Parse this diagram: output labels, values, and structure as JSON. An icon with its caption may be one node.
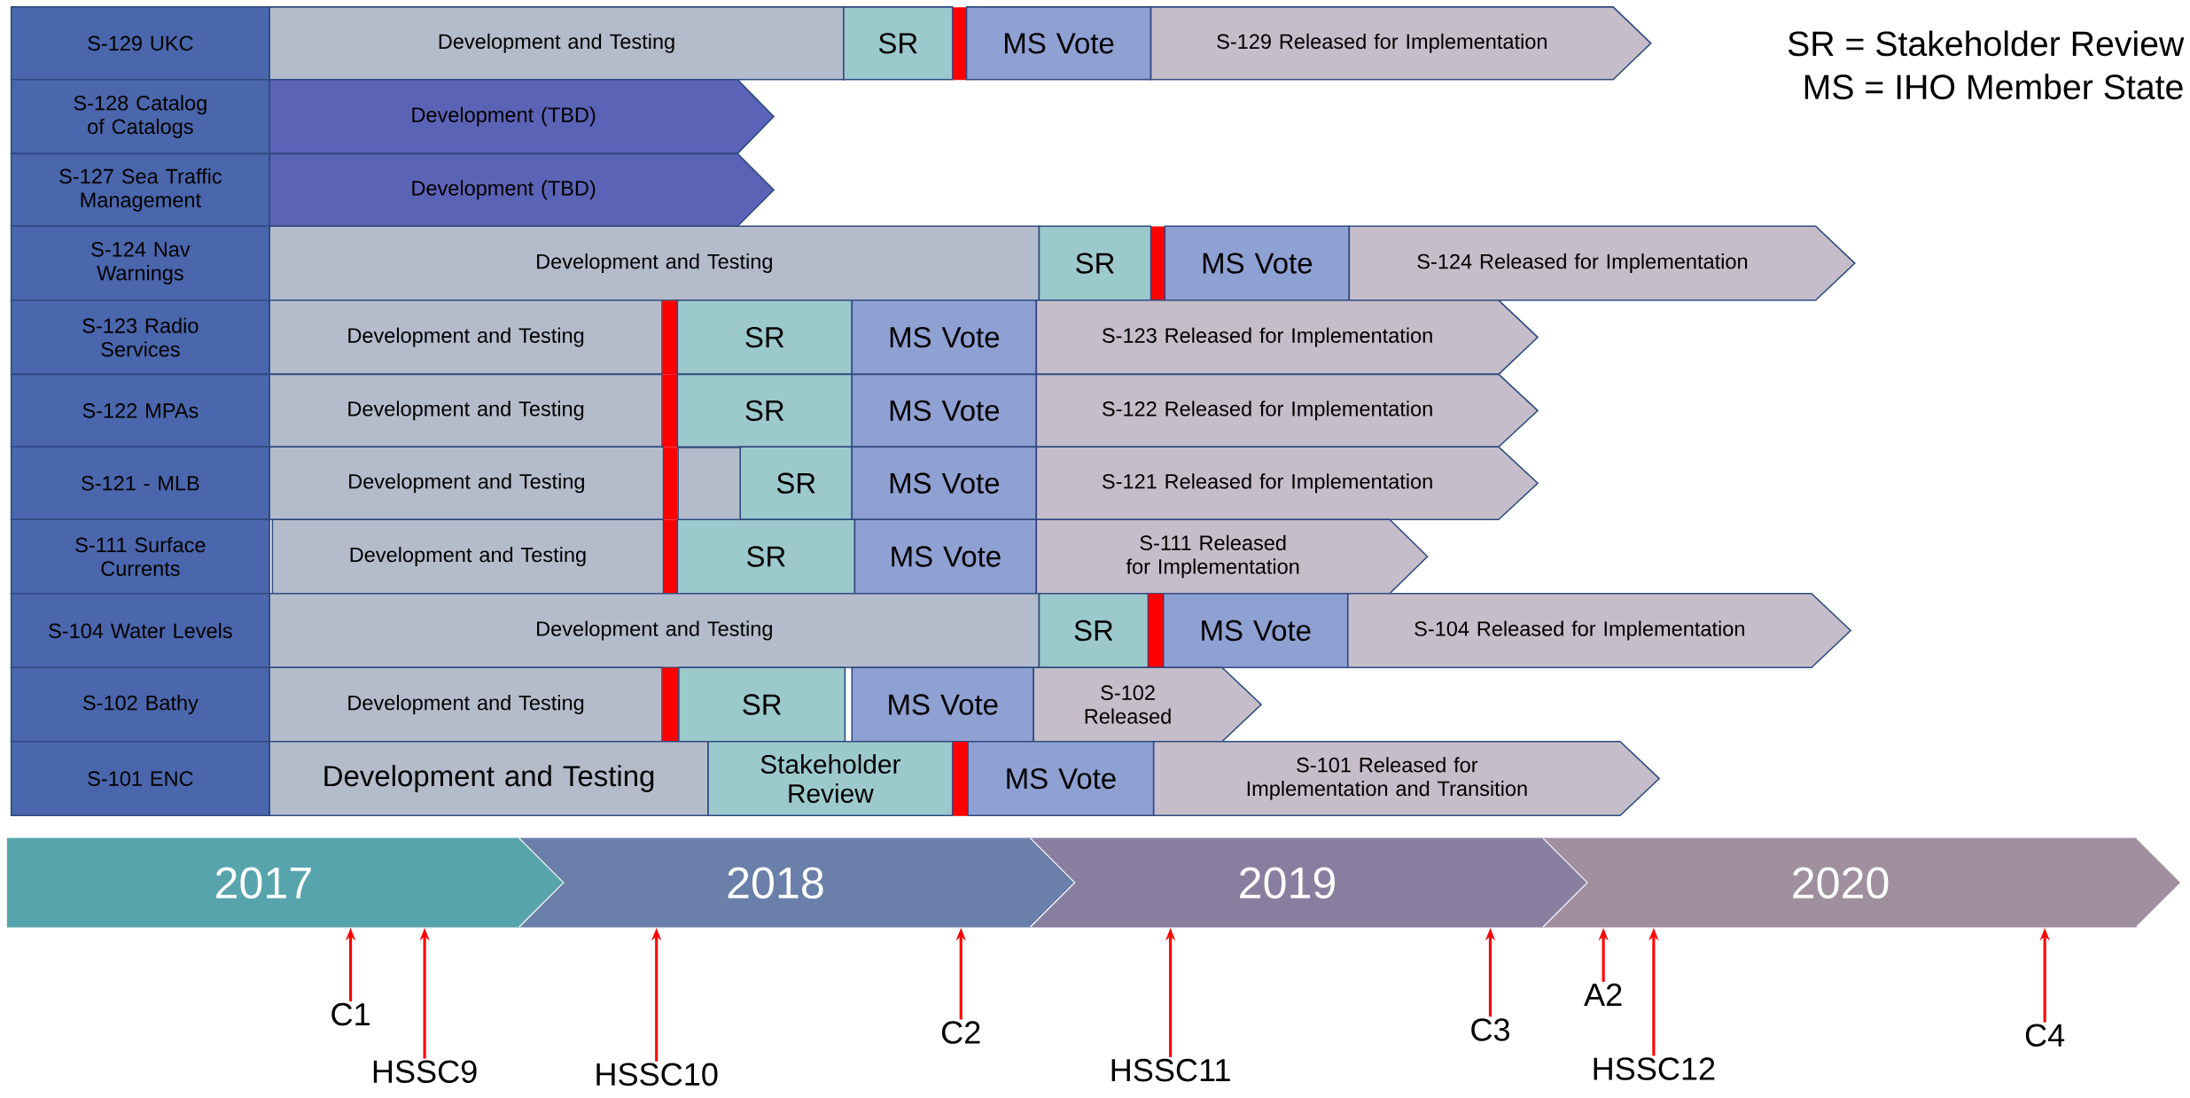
{
  "diagram": {
    "nodes": [
      {
        "text": [
          "S-129 UKC"
        ]
      },
      {
        "text": [
          "Development and Testing"
        ]
      },
      {
        "text": [
          "SR"
        ]
      },
      {
        "text": [],
        "shape": "bar"
      },
      {
        "text": [
          "MS Vote"
        ]
      },
      {
        "text": [
          "S-129 Released for Implementation"
        ]
      },
      {
        "text": [
          "S-128 Catalog of Catalogs"
        ]
      },
      {
        "text": [
          "Development (TBD)"
        ]
      },
      {
        "text": [
          "S-127 Sea Traffic Management"
        ]
      },
      {
        "text": [
          "Development (TBD)"
        ]
      },
      {
        "text": [
          "S-124 Nav Warnings"
        ]
      },
      {
        "text": [
          "Development and Testing"
        ]
      },
      {
        "text": [
          "SR"
        ]
      },
      {
        "text": [],
        "shape": "bar"
      },
      {
        "text": [
          "MS Vote"
        ]
      },
      {
        "text": [
          "S-124 Released for Implementation"
        ]
      },
      {
        "text": [
          "S-123 Radio Services"
        ]
      },
      {
        "text": [
          "Development and Testing"
        ]
      },
      {
        "text": [],
        "shape": "bar"
      },
      {
        "text": [
          "SR"
        ]
      },
      {
        "text": [
          "MS Vote"
        ]
      },
      {
        "text": [
          "S-123 Released for Implementation"
        ]
      },
      {
        "text": [
          "S-122 MPAs"
        ]
      },
      {
        "text": [
          "Development and Testing"
        ]
      },
      {
        "text": [],
        "shape": "bar"
      },
      {
        "text": [
          "SR"
        ]
      },
      {
        "text": [
          "MS Vote"
        ]
      },
      {
        "text": [
          "S-122 Released for Implementation"
        ]
      },
      {
        "text": [
          "S-121 - MLB"
        ]
      },
      {
        "text": [
          "Development and Testing"
        ]
      },
      {
        "text": [],
        "shape": "bar"
      },
      {
        "text": [],
        "shape": "box"
      },
      {
        "text": [
          "SR"
        ]
      },
      {
        "text": [
          "MS Vote"
        ]
      },
      {
        "text": [
          "S-121 Released for Implementation"
        ]
      },
      {
        "text": [
          "S-111 Surface Currents"
        ]
      },
      {
        "text": [
          "Development and Testing"
        ]
      },
      {
        "text": [],
        "shape": "bar"
      },
      {
        "text": [
          "SR"
        ]
      },
      {
        "text": [
          "MS Vote"
        ]
      },
      {
        "text": [
          "S-111 Released for Implementation"
        ]
      },
      {
        "text": [
          "S-104 Water Levels"
        ]
      },
      {
        "text": [
          "Development and Testing"
        ]
      },
      {
        "text": [
          "SR"
        ]
      },
      {
        "text": [],
        "shape": "bar"
      },
      {
        "text": [
          "MS Vote"
        ]
      },
      {
        "text": [
          "S-104 Released for Implementation"
        ]
      },
      {
        "text": [
          "S-102 Bathy"
        ]
      },
      {
        "text": [
          "Development and Testing"
        ]
      },
      {
        "text": [],
        "shape": "bar"
      },
      {
        "text": [
          "SR"
        ]
      },
      {
        "text": [
          "MS Vote"
        ]
      },
      {
        "text": [
          "S-102 Released"
        ]
      },
      {
        "text": [
          "S-101 ENC"
        ]
      },
      {
        "text": [
          "Development and Testing"
        ]
      },
      {
        "text": [
          "Stakeholder Review"
        ]
      },
      {
        "text": [],
        "shape": "bar"
      },
      {
        "text": [
          "MS Vote"
        ]
      },
      {
        "text": [
          "S-101 Released for Implementation and Transition"
        ]
      },
      {
        "text": [
          "2017"
        ]
      },
      {
        "text": [
          "2018"
        ]
      },
      {
        "text": [
          "2019"
        ]
      },
      {
        "text": [
          "2020"
        ]
      },
      {
        "text": [
          "C1"
        ]
      },
      {
        "text": [
          "HSSC9"
        ]
      },
      {
        "text": [
          "HSSC10"
        ]
      },
      {
        "text": [
          "C2"
        ]
      },
      {
        "text": [
          "HSSC11"
        ]
      },
      {
        "text": [
          "C3"
        ]
      },
      {
        "text": [
          "A2"
        ]
      },
      {
        "text": [
          "HSSC12"
        ]
      },
      {
        "text": [
          "C4"
        ]
      }
    ],
    "edges": [
      {
        "from": 63,
        "to": 59,
        "arrow": "to"
      },
      {
        "from": 64,
        "to": 59,
        "arrow": "to"
      },
      {
        "from": 65,
        "to": 60,
        "arrow": "to"
      },
      {
        "from": 66,
        "to": 60,
        "arrow": "to"
      },
      {
        "from": 67,
        "to": 61,
        "arrow": "to"
      },
      {
        "from": 68,
        "to": 61,
        "arrow": "to"
      },
      {
        "from": 69,
        "to": 62,
        "arrow": "to"
      },
      {
        "from": 70,
        "to": 62,
        "arrow": "to"
      },
      {
        "from": 71,
        "to": 62,
        "arrow": "to"
      }
    ],
    "labels": [
      "SR = Stakeholder Review",
      "MS = IHO Member State"
    ]
  }
}
